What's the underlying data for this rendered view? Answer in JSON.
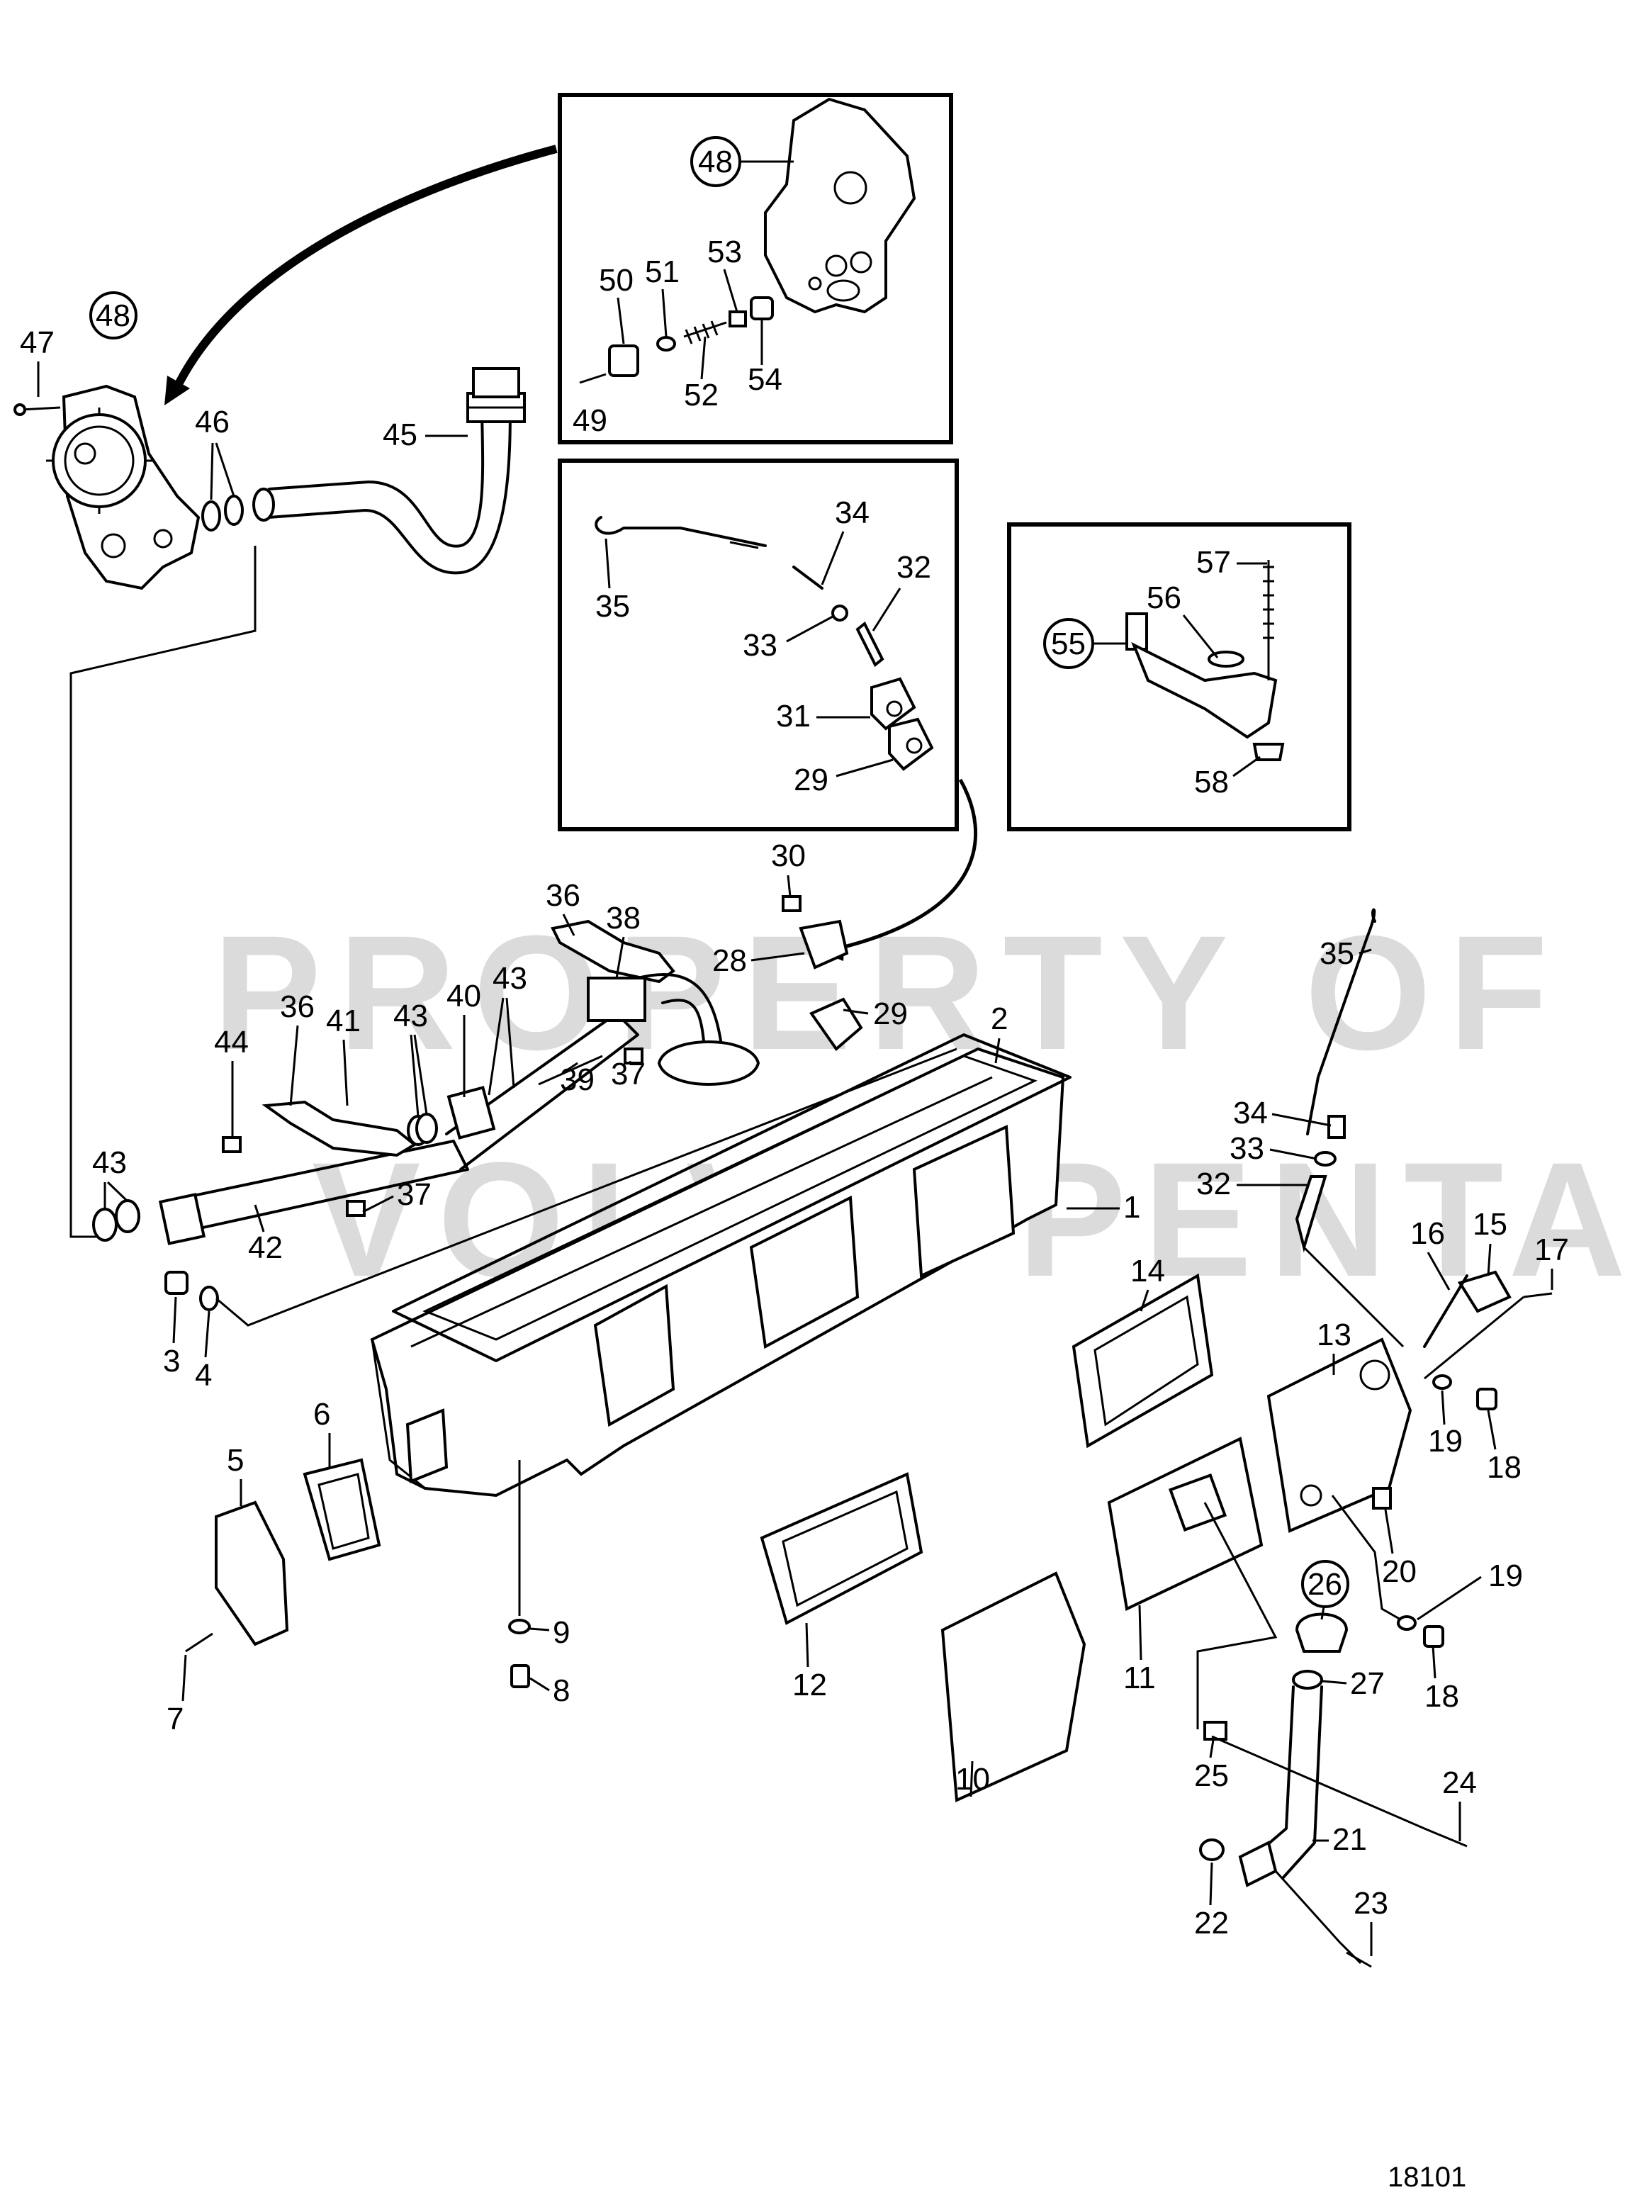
{
  "watermark": {
    "line1": "PROPERTY OF",
    "line2": "VOLVO PENTA"
  },
  "reference_number": "18101",
  "callouts": [
    {
      "id": "47",
      "t": "47"
    },
    {
      "id": "48a",
      "t": "48"
    },
    {
      "id": "46",
      "t": "46"
    },
    {
      "id": "45",
      "t": "45"
    },
    {
      "id": "48b",
      "t": "48"
    },
    {
      "id": "50",
      "t": "50"
    },
    {
      "id": "51",
      "t": "51"
    },
    {
      "id": "53",
      "t": "53"
    },
    {
      "id": "52",
      "t": "52"
    },
    {
      "id": "54",
      "t": "54"
    },
    {
      "id": "49",
      "t": "49"
    },
    {
      "id": "35a",
      "t": "35"
    },
    {
      "id": "34a",
      "t": "34"
    },
    {
      "id": "32a",
      "t": "32"
    },
    {
      "id": "33a",
      "t": "33"
    },
    {
      "id": "31",
      "t": "31"
    },
    {
      "id": "29a",
      "t": "29"
    },
    {
      "id": "57",
      "t": "57"
    },
    {
      "id": "56",
      "t": "56"
    },
    {
      "id": "55",
      "t": "55"
    },
    {
      "id": "58",
      "t": "58"
    },
    {
      "id": "30",
      "t": "30"
    },
    {
      "id": "36a",
      "t": "36"
    },
    {
      "id": "38",
      "t": "38"
    },
    {
      "id": "28",
      "t": "28"
    },
    {
      "id": "43a",
      "t": "43"
    },
    {
      "id": "40",
      "t": "40"
    },
    {
      "id": "43b",
      "t": "43"
    },
    {
      "id": "36b",
      "t": "36"
    },
    {
      "id": "41",
      "t": "41"
    },
    {
      "id": "29b",
      "t": "29"
    },
    {
      "id": "2",
      "t": "2"
    },
    {
      "id": "44",
      "t": "44"
    },
    {
      "id": "39",
      "t": "39"
    },
    {
      "id": "37a",
      "t": "37"
    },
    {
      "id": "37b",
      "t": "37"
    },
    {
      "id": "43c",
      "t": "43"
    },
    {
      "id": "42",
      "t": "42"
    },
    {
      "id": "1",
      "t": "1"
    },
    {
      "id": "35b",
      "t": "35"
    },
    {
      "id": "34b",
      "t": "34"
    },
    {
      "id": "33b",
      "t": "33"
    },
    {
      "id": "32b",
      "t": "32"
    },
    {
      "id": "3",
      "t": "3"
    },
    {
      "id": "4",
      "t": "4"
    },
    {
      "id": "14",
      "t": "14"
    },
    {
      "id": "16",
      "t": "16"
    },
    {
      "id": "15",
      "t": "15"
    },
    {
      "id": "17",
      "t": "17"
    },
    {
      "id": "13",
      "t": "13"
    },
    {
      "id": "19a",
      "t": "19"
    },
    {
      "id": "18a",
      "t": "18"
    },
    {
      "id": "5",
      "t": "5"
    },
    {
      "id": "6",
      "t": "6"
    },
    {
      "id": "20",
      "t": "20"
    },
    {
      "id": "19b",
      "t": "19"
    },
    {
      "id": "26",
      "t": "26"
    },
    {
      "id": "9",
      "t": "9"
    },
    {
      "id": "8",
      "t": "8"
    },
    {
      "id": "7",
      "t": "7"
    },
    {
      "id": "12",
      "t": "12"
    },
    {
      "id": "11",
      "t": "11"
    },
    {
      "id": "18b",
      "t": "18"
    },
    {
      "id": "27",
      "t": "27"
    },
    {
      "id": "10",
      "t": "10"
    },
    {
      "id": "25",
      "t": "25"
    },
    {
      "id": "24",
      "t": "24"
    },
    {
      "id": "21",
      "t": "21"
    },
    {
      "id": "22",
      "t": "22"
    },
    {
      "id": "23",
      "t": "23"
    }
  ]
}
